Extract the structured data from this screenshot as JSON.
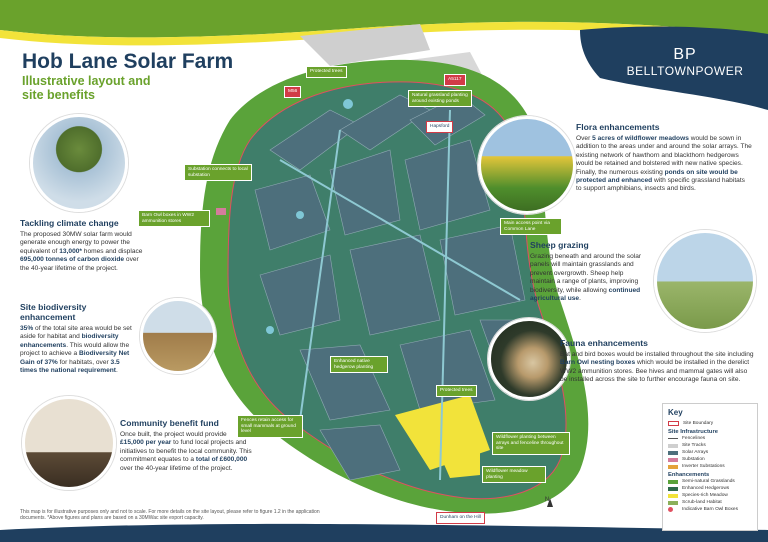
{
  "header": {
    "title": "Hob Lane Solar Farm",
    "subtitle": "Illustrative layout and site benefits"
  },
  "logo": {
    "monogram": "BP",
    "text": "BELLTOWNPOWER"
  },
  "sections": {
    "climate": {
      "title": "Tackling climate change",
      "body_html": "The proposed 30MW solar farm would generate enough energy to power the equivalent of <b>13,000*</b> homes and displace <b>695,000 tonnes of carbon dioxide</b> over the 40-year lifetime of the project."
    },
    "biodiversity": {
      "title": "Site biodiversity enhancement",
      "body_html": "<b>35%</b> of the total site area would be set aside for habitat and <b>biodiversity enhancements</b>. This would allow the project to achieve a <b>Biodiversity Net Gain of 37%</b> for habitats, over <b>3.5 times the national requirement</b>."
    },
    "community": {
      "title": "Community benefit fund",
      "body_html": "Once built, the project would provide <b>£15,000 per year</b> to fund local projects and initiatives to benefit the local community. This commitment equates to a <b>total of £600,000</b> over the 40-year lifetime of the project."
    },
    "flora": {
      "title": "Flora enhancements",
      "body_html": "Over <b>5 acres of wildflower meadows</b> would be sown in addition to the areas under and around the solar arrays. The existing network of hawthorn and blackthorn hedgerows would be retained and bolstered with new native species. Finally, the numerous existing <b>ponds on site would be protected and enhanced</b> with specific grassland habitats to support amphibians, insects and birds."
    },
    "sheep": {
      "title": "Sheep grazing",
      "body_html": "Grazing beneath and around the solar panels will maintain grasslands and prevent overgrowth. Sheep help maintain a range of plants, improving biodiversity, while allowing <b>continued agricultural use</b>."
    },
    "fauna": {
      "title": "Fauna enhancements",
      "body_html": "Bat and bird boxes would be installed throughout the site including <b>Barn Owl nesting boxes</b> which would be installed in the derelict WW2 ammunition stores. Bee hives and mammal gates will also be installed across the site to further encourage fauna on site."
    }
  },
  "map_labels": {
    "protected_trees_top": "Protected trees",
    "m56": "M56",
    "a5117": "A5117",
    "natural_grassland": "Natural grassland planting around existing ponds",
    "hapsford": "Hapsford",
    "substation": "Substation connects to local substation",
    "barn_owl": "Barn Owl boxes in WW2 ammunition stores",
    "access": "Main access point via Common Lane",
    "hedgerow": "Enhanced native hedgerow planting",
    "protected_trees_bottom": "Protected trees",
    "fences": "Fences retain access for small mammals at ground level",
    "wildflower_between": "Wildflower planting between arrays and fenceline throughout site",
    "wildflower_meadow": "Wildflower meadow planting",
    "dunham": "Dunham on the Hill",
    "north": "N"
  },
  "key": {
    "title": "Key",
    "boundary": "Site Boundary",
    "infra_heading": "Site Infrastructure",
    "infra": [
      "Fencelines",
      "Site Tracks",
      "Solar Arrays",
      "Substation",
      "Inverter Substations"
    ],
    "enh_heading": "Enhancements",
    "enh": [
      "Semi-natural Grasslands",
      "Enhanced Hedgerows",
      "Species-rich Meadow",
      "Scrub-land Habitat",
      "Indicative Barn Owl Boxes"
    ]
  },
  "colors": {
    "navy": "#1f3f5f",
    "green": "#6aa22c",
    "yellow": "#f2e33a",
    "red": "#d23b47",
    "panel": "#4d6f7c"
  },
  "footnote": "This map is for illustrative purposes only and not to scale. For more details on the site layout, please refer to figure 1.2 in the application documents. *Above figures and plans are based on a 30MWac site export capacity."
}
